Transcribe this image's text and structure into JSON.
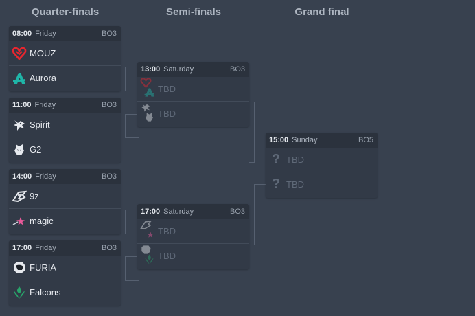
{
  "stages": [
    "Quarter-finals",
    "Semi-finals",
    "Grand final"
  ],
  "qf": [
    {
      "time": "08:00",
      "day": "Friday",
      "bo": "BO3",
      "teams": [
        "MOUZ",
        "Aurora"
      ]
    },
    {
      "time": "11:00",
      "day": "Friday",
      "bo": "BO3",
      "teams": [
        "Spirit",
        "G2"
      ]
    },
    {
      "time": "14:00",
      "day": "Friday",
      "bo": "BO3",
      "teams": [
        "9z",
        "magic"
      ]
    },
    {
      "time": "17:00",
      "day": "Friday",
      "bo": "BO3",
      "teams": [
        "FURIA",
        "Falcons"
      ]
    }
  ],
  "sf": [
    {
      "time": "13:00",
      "day": "Saturday",
      "bo": "BO3",
      "teams": [
        "TBD",
        "TBD"
      ]
    },
    {
      "time": "17:00",
      "day": "Saturday",
      "bo": "BO3",
      "teams": [
        "TBD",
        "TBD"
      ]
    }
  ],
  "gf": {
    "time": "15:00",
    "day": "Sunday",
    "bo": "BO5",
    "teams": [
      "TBD",
      "TBD"
    ],
    "unknown_glyph": "?"
  },
  "icons": {
    "mouz": "mouz-heart-icon",
    "aurora": "aurora-icon",
    "spirit": "spirit-dragon-icon",
    "g2": "g2-samurai-icon",
    "9z": "9z-icon",
    "magic": "magic-star-icon",
    "furia": "furia-panther-icon",
    "falcons": "falcons-icon"
  },
  "colors": {
    "mouz": "#e8262f",
    "aurora": "#1fb5a8",
    "falcons": "#28a56a",
    "background": "#38414f"
  }
}
